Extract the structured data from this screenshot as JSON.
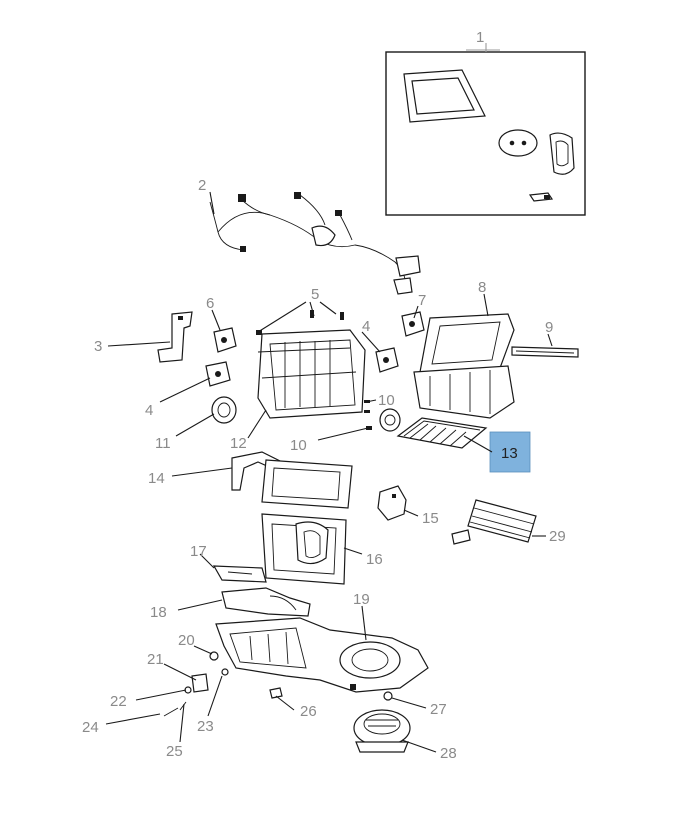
{
  "callouts": {
    "c1": "1",
    "c2": "2",
    "c3": "3",
    "c4a": "4",
    "c4b": "4",
    "c5": "5",
    "c6": "6",
    "c7": "7",
    "c8": "8",
    "c9": "9",
    "c10a": "10",
    "c10b": "10",
    "c11": "11",
    "c12": "12",
    "c13": "13",
    "c14": "14",
    "c15": "15",
    "c16": "16",
    "c17": "17",
    "c18": "18",
    "c19": "19",
    "c20": "20",
    "c21": "21",
    "c22": "22",
    "c23": "23",
    "c24": "24",
    "c25": "25",
    "c26": "26",
    "c27": "27",
    "c28": "28",
    "c29": "29"
  },
  "highlight": {
    "part": "13",
    "color": "#7fb2dd"
  },
  "colors": {
    "callout_text": "#8a8a8a",
    "line": "#1a1a1a",
    "background": "#ffffff"
  }
}
